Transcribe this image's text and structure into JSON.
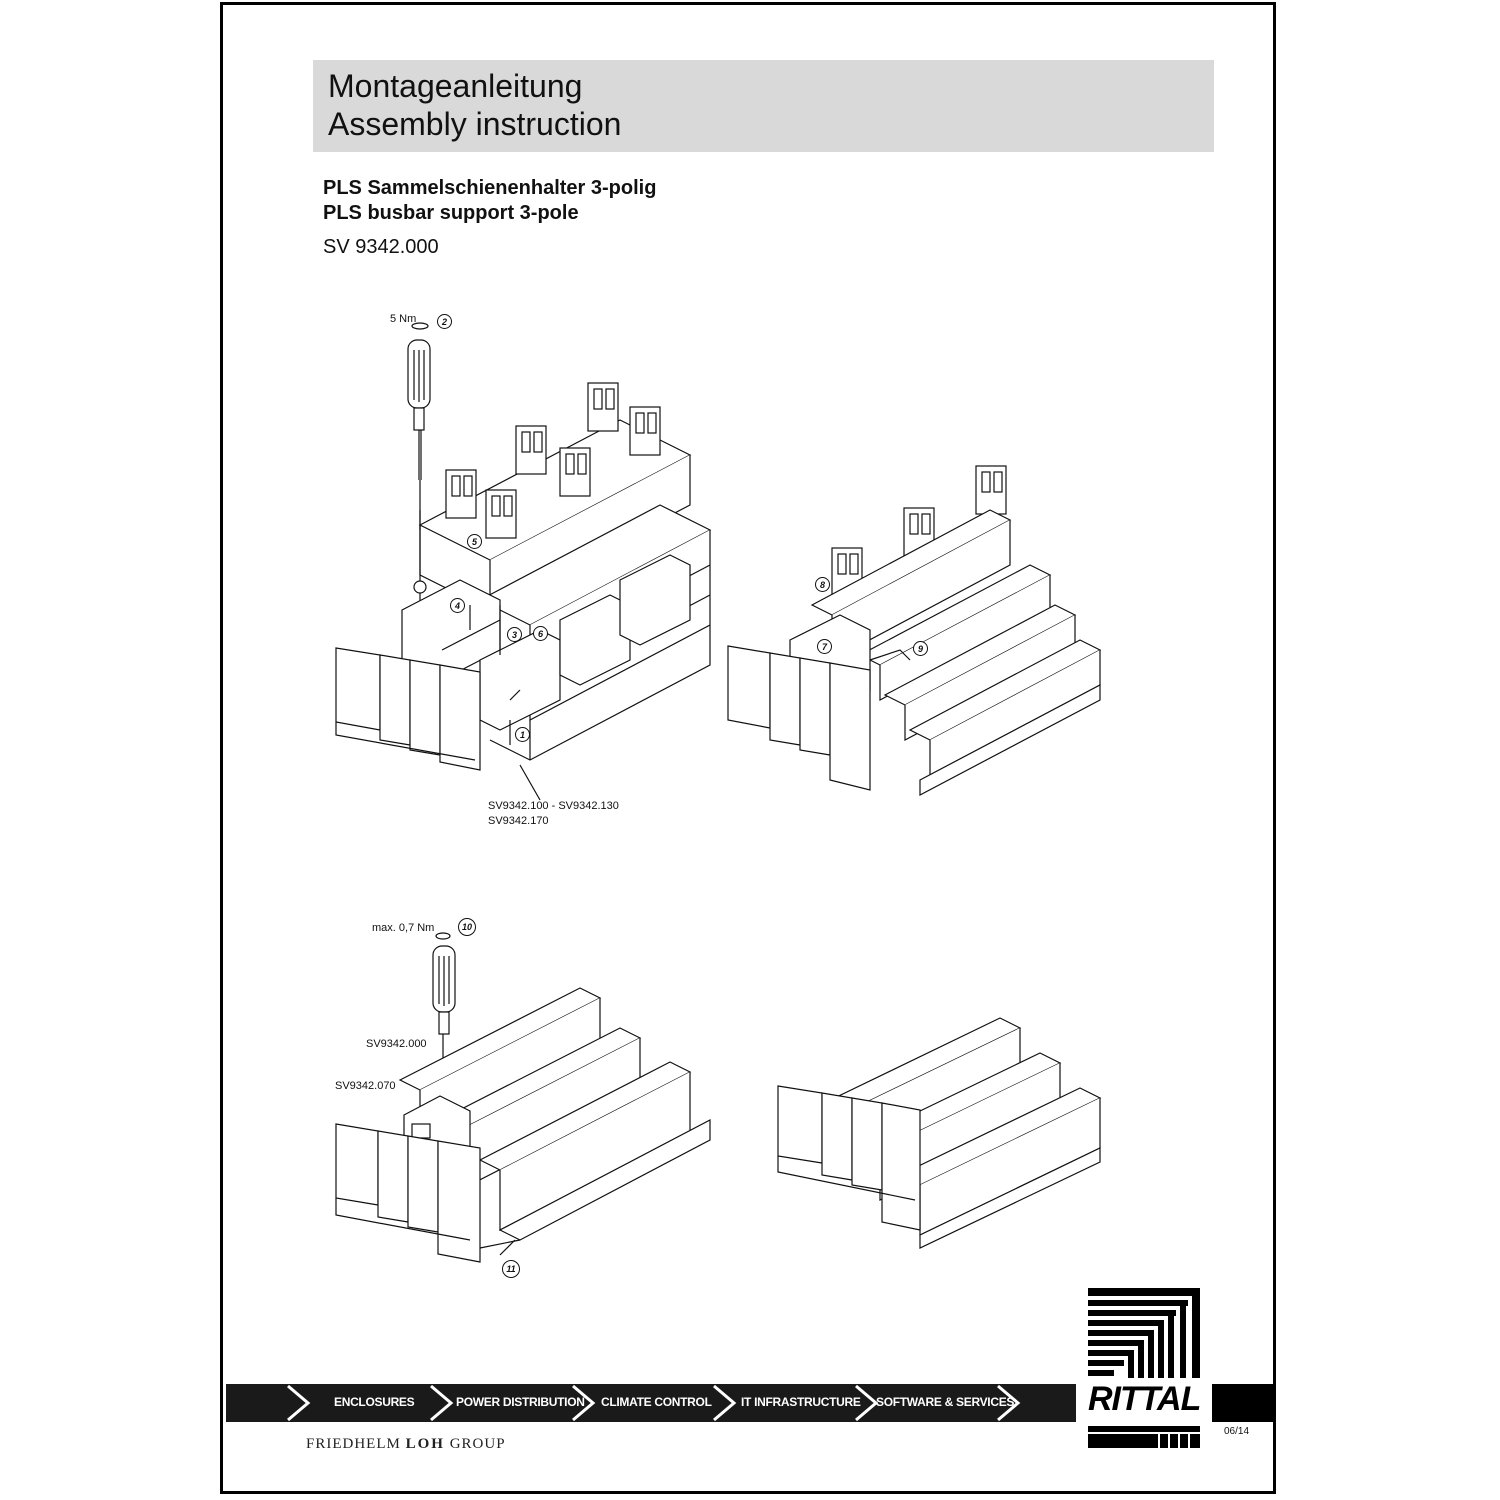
{
  "header": {
    "title_de": "Montageanleitung",
    "title_en": "Assembly instruction"
  },
  "product": {
    "name_de": "PLS Sammelschienenhalter 3-polig",
    "name_en": "PLS busbar support 3-pole",
    "article": "SV 9342.000"
  },
  "figure1": {
    "torque": "5 Nm",
    "steps": [
      "2",
      "5",
      "4",
      "3",
      "6",
      "1"
    ],
    "part_label_1": "SV9342.100 - SV9342.130",
    "part_label_2": "SV9342.170"
  },
  "figure2": {
    "steps": [
      "8",
      "7",
      "9"
    ]
  },
  "figure3": {
    "torque": "max. 0,7 Nm",
    "steps": [
      "10",
      "11"
    ],
    "part_label_a": "SV9342.000",
    "part_label_b": "SV9342.070"
  },
  "footer": {
    "nav": [
      "ENCLOSURES",
      "POWER DISTRIBUTION",
      "CLIMATE CONTROL",
      "IT INFRASTRUCTURE",
      "SOFTWARE & SERVICES"
    ],
    "group_prefix": "FRIEDHELM",
    "group_mid": "LOH",
    "group_suffix": "GROUP",
    "brand": "RITTAL",
    "date_code": "06/14"
  },
  "colors": {
    "header_band": "#d9d9d9",
    "nav_bar": "#1a1a1a",
    "ink": "#111111"
  }
}
